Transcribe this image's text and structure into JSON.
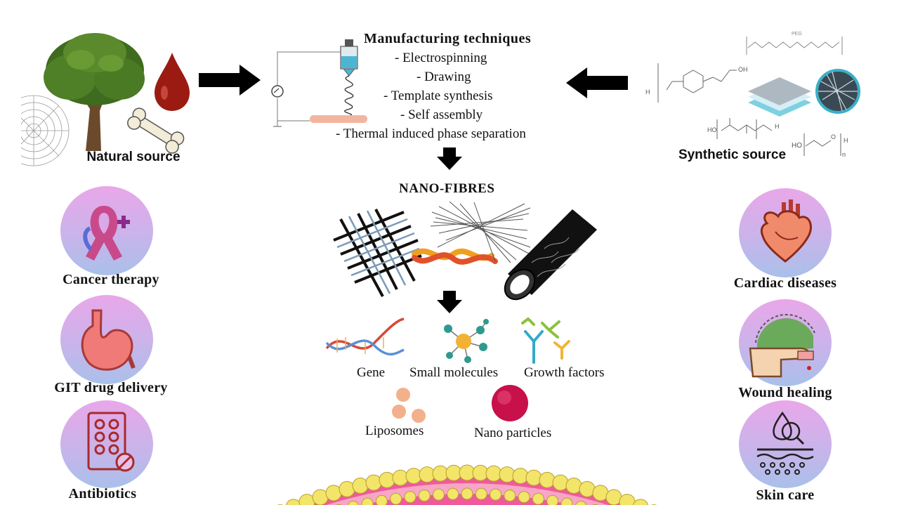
{
  "sources": {
    "natural": "Natural source",
    "synthetic": "Synthetic source"
  },
  "manufacturing": {
    "title": "Manufacturing techniques",
    "techniques": [
      "-   Electrospinning",
      "-   Drawing",
      "-   Template synthesis",
      "-   Self assembly",
      "-   Thermal induced phase separation"
    ]
  },
  "nanofibres": {
    "title": "NANO-FIBRES"
  },
  "cargo": {
    "gene": "Gene",
    "small_molecules": "Small molecules",
    "growth_factors": "Growth factors",
    "liposomes": "Liposomes",
    "nano_particles": "Nano particles"
  },
  "applications_left": [
    "Cancer therapy",
    "GIT drug delivery",
    "Antibiotics"
  ],
  "applications_right": [
    "Cardiac diseases",
    "Wound healing",
    "Skin care"
  ],
  "chem_labels": {
    "peg": "PEG",
    "ho": "HO",
    "oh": "OH",
    "h": "H",
    "o": "O",
    "n": "n"
  },
  "colors": {
    "circle_top": "#e9a7e9",
    "circle_bottom": "#a9c0ea",
    "icon_red": "#c0392b",
    "membrane_pink": "#e94b8a",
    "lipid_head": "#f3e46a",
    "arrow": "#000000"
  }
}
